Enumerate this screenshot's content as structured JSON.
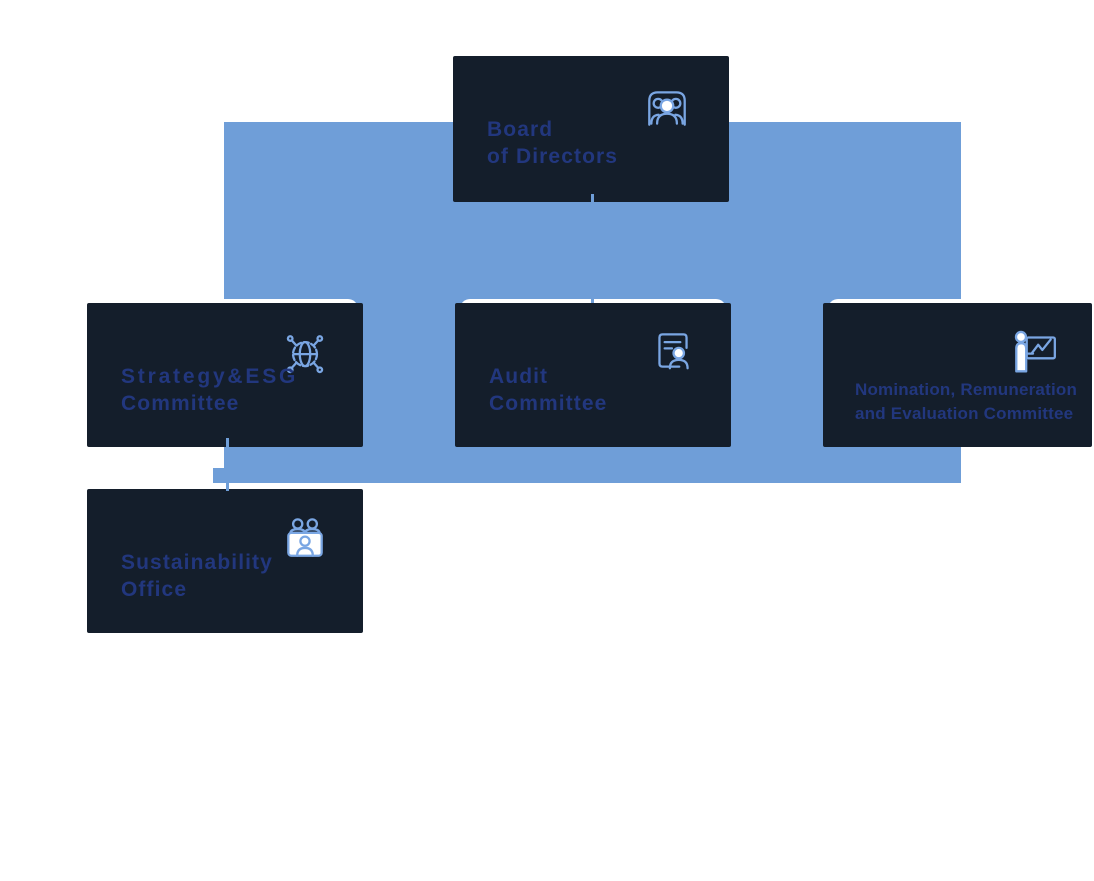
{
  "chart_type": "org-chart",
  "colors": {
    "band": "#6f9ed8",
    "frame": "#141e2b",
    "title": "#22377e",
    "icon": "#7aa6e3",
    "cardbg": "#ffffff"
  },
  "nodes": {
    "board": {
      "line1": "Board",
      "line2": "of Directors",
      "icon": "audience-icon"
    },
    "strategy": {
      "line1": "Strategy&ESG",
      "line2": "Committee",
      "icon": "network-globe-icon"
    },
    "audit": {
      "line1": "Audit",
      "line2": "Committee",
      "icon": "id-card-icon"
    },
    "nomination": {
      "line1": "Nomination, Remuneration",
      "line2": "and Evaluation Committee",
      "icon": "presenter-chart-icon"
    },
    "sustainability": {
      "line1": "Sustainability",
      "line2": "Office",
      "icon": "meeting-people-icon"
    }
  },
  "edges": [
    {
      "from": "board",
      "to": "strategy"
    },
    {
      "from": "board",
      "to": "audit"
    },
    {
      "from": "board",
      "to": "nomination"
    },
    {
      "from": "strategy",
      "to": "sustainability"
    }
  ]
}
